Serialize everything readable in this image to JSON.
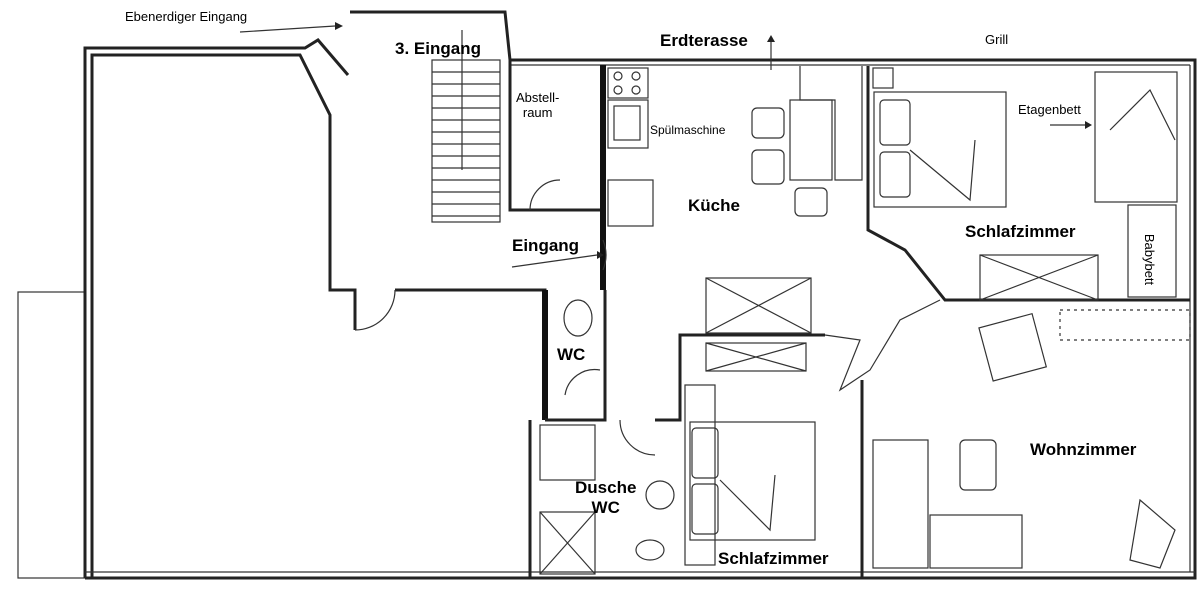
{
  "labels": {
    "ground_entrance": "Ebenerdiger Eingang",
    "third_entrance": "3. Eingang",
    "terrace": "Erdterasse",
    "grill": "Grill",
    "storage_line1": "Abstell-",
    "storage_line2": "raum",
    "dishwasher": "Spülmaschine",
    "kitchen": "Küche",
    "bunk_bed": "Etagenbett",
    "bedroom_1": "Schlafzimmer",
    "baby_bed": "Babybett",
    "entrance": "Eingang",
    "wc": "WC",
    "living_room": "Wohnzimmer",
    "shower_line1": "Dusche",
    "shower_line2": "WC",
    "bedroom_2": "Schlafzimmer"
  }
}
